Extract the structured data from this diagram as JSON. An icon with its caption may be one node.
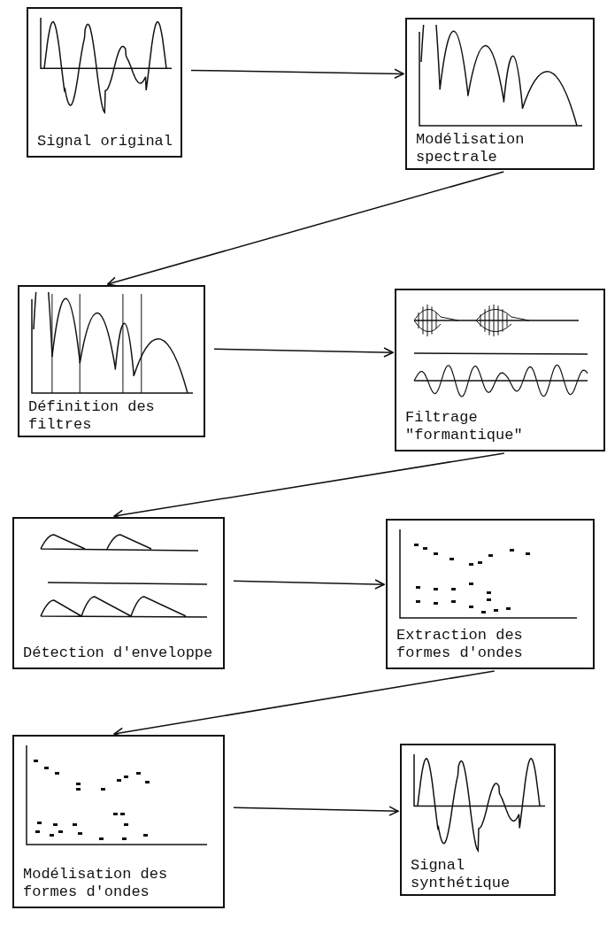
{
  "diagram": {
    "nodes": [
      {
        "text": [
          "Signal original"
        ]
      },
      {
        "text": [
          "Modélisation spectrale"
        ]
      },
      {
        "text": [
          "Définition des filtres"
        ]
      },
      {
        "text": [
          "Filtrage \"formantique\""
        ]
      },
      {
        "text": [
          "Détection d'enveloppe"
        ]
      },
      {
        "text": [
          "Extraction des formes d'ondes"
        ]
      },
      {
        "text": [
          "Modélisation des formes d'ondes"
        ]
      },
      {
        "text": [
          "Signal synthétique"
        ]
      }
    ],
    "edges": [
      {
        "from": 0,
        "to": 1,
        "arrow": "to"
      },
      {
        "from": 1,
        "to": 2,
        "arrow": "to"
      },
      {
        "from": 2,
        "to": 3,
        "arrow": "to"
      },
      {
        "from": 3,
        "to": 4,
        "arrow": "to"
      },
      {
        "from": 4,
        "to": 5,
        "arrow": "to"
      },
      {
        "from": 5,
        "to": 6,
        "arrow": "to"
      },
      {
        "from": 6,
        "to": 7,
        "arrow": "to"
      }
    ]
  }
}
